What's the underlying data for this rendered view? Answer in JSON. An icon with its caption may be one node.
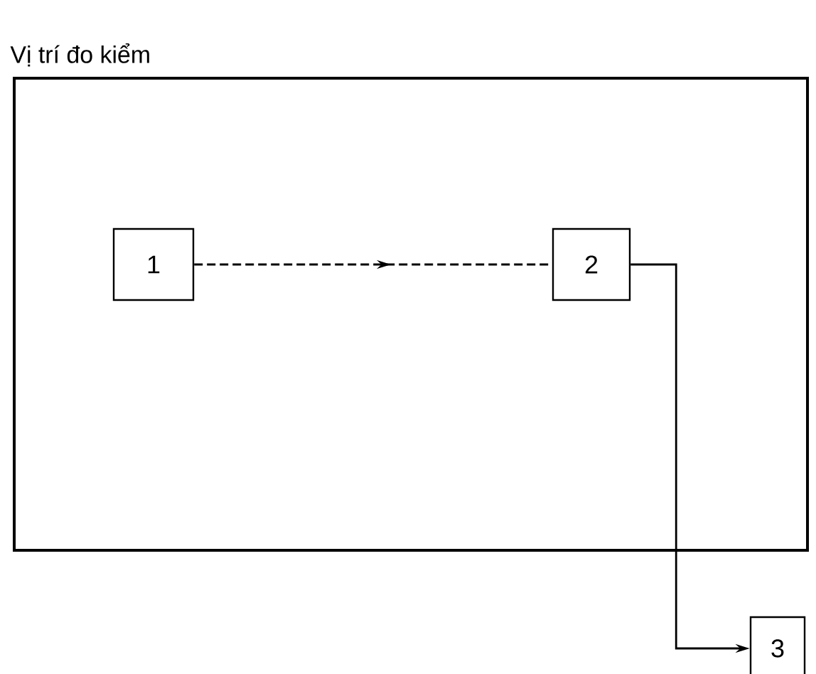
{
  "diagram": {
    "nodes": [
      {
        "text": [
          "Vị trí đo kiểm"
        ]
      },
      {
        "text": [
          "1"
        ],
        "in": 0
      },
      {
        "text": [
          "2"
        ],
        "in": 0
      },
      {
        "text": [
          "3"
        ]
      }
    ],
    "edges": [
      {
        "from": 1,
        "to": 2,
        "arrow": "to",
        "style": "dashed"
      },
      {
        "from": 2,
        "to": 3,
        "arrow": "to"
      }
    ]
  }
}
